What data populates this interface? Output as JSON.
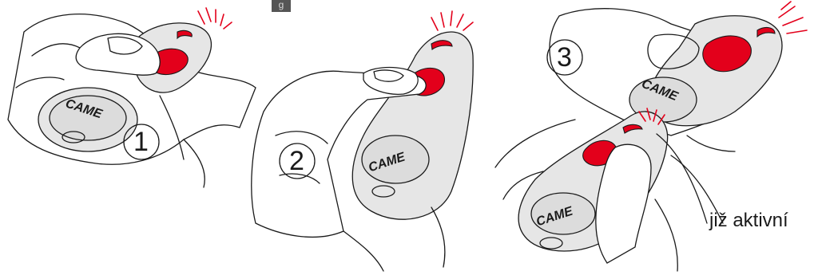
{
  "steps": [
    {
      "number": "1"
    },
    {
      "number": "2"
    },
    {
      "number": "3"
    }
  ],
  "brand_text": "CAME",
  "callout_text": "již aktivní",
  "corner_tag": "g",
  "colors": {
    "line": "#1a1a1a",
    "remote_body": "#e6e6e6",
    "button_red": "#e3001b",
    "signal_red": "#e3001b"
  }
}
